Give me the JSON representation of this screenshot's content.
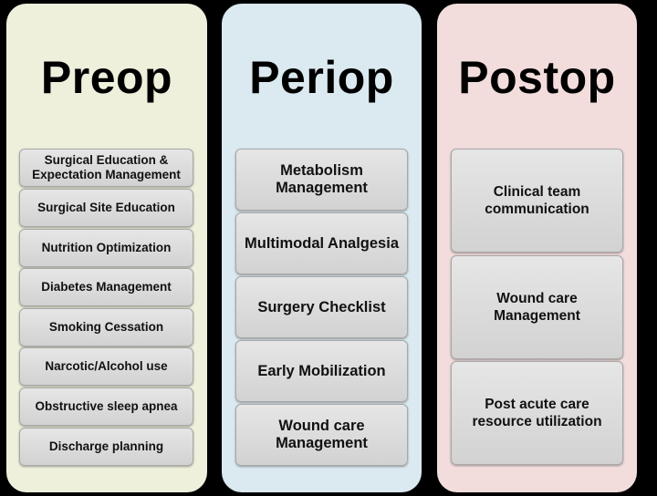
{
  "columns": [
    {
      "title": "Preop",
      "items": [
        "Surgical Education & Expectation Management",
        "Surgical Site Education",
        "Nutrition Optimization",
        "Diabetes Management",
        "Smoking Cessation",
        "Narcotic/Alcohol use",
        "Obstructive sleep apnea",
        "Discharge planning"
      ]
    },
    {
      "title": "Periop",
      "items": [
        "Metabolism Management",
        "Multimodal Analgesia",
        "Surgery Checklist",
        "Early Mobilization",
        "Wound care Management"
      ]
    },
    {
      "title": "Postop",
      "items": [
        "Clinical team communication",
        "Wound care Management",
        "Post acute care resource utilization"
      ]
    }
  ],
  "colors": {
    "background": "#000000",
    "preop_panel": "#eef0dc",
    "periop_panel": "#dbe9f0",
    "postop_panel": "#f2dcdc",
    "box_fill": "#dcdcdc"
  }
}
